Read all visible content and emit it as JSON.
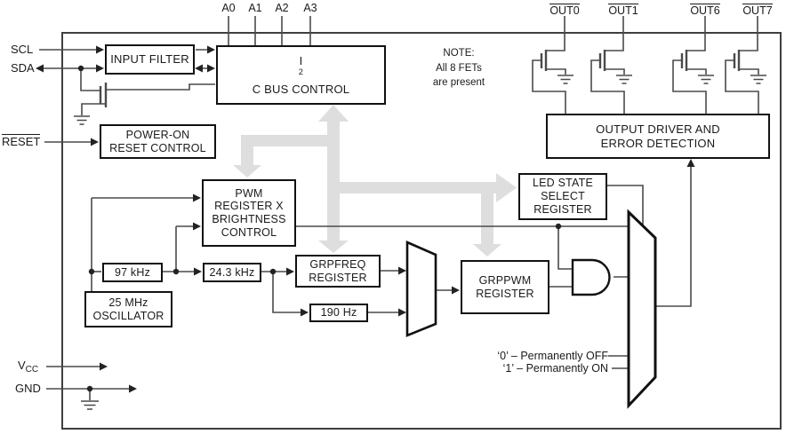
{
  "pins": {
    "scl": "SCL",
    "sda": "SDA",
    "reset": "RESET",
    "vcc_main": "V",
    "vcc_sub": "CC",
    "gnd": "GND",
    "address": [
      "A0",
      "A1",
      "A2",
      "A3"
    ],
    "outputs": [
      "OUT0",
      "OUT1",
      "OUT6",
      "OUT7"
    ]
  },
  "note": {
    "line1": "NOTE:",
    "line2": "All 8 FETs",
    "line3": "are present"
  },
  "blocks": {
    "input_filter": {
      "lines": [
        "INPUT FILTER"
      ]
    },
    "i2c_bus_control": {
      "pre": "I",
      "sup": "2",
      "post": "C BUS CONTROL"
    },
    "power_on_reset": {
      "lines": [
        "POWER-ON",
        "RESET CONTROL"
      ]
    },
    "pwm_register": {
      "lines": [
        "PWM",
        "REGISTER X",
        "BRIGHTNESS",
        "CONTROL"
      ]
    },
    "clock_97khz": {
      "lines": [
        "97 kHz"
      ]
    },
    "clock_243khz": {
      "lines": [
        "24.3 kHz"
      ]
    },
    "oscillator": {
      "lines": [
        "25 MHz",
        "OSCILLATOR"
      ]
    },
    "grpfreq": {
      "lines": [
        "GRPFREQ",
        "REGISTER"
      ]
    },
    "clock_190hz": {
      "lines": [
        "190 Hz"
      ]
    },
    "grppwm": {
      "lines": [
        "GRPPWM",
        "REGISTER"
      ]
    },
    "led_state": {
      "lines": [
        "LED STATE",
        "SELECT",
        "REGISTER"
      ]
    },
    "output_driver": {
      "lines": [
        "OUTPUT DRIVER AND",
        "ERROR DETECTION"
      ]
    }
  },
  "annotations": {
    "mux_off": "‘0’ – Permanently OFF",
    "mux_on": "‘1’ – Permanently ON"
  },
  "colors": {
    "bus_arrow": "#dedede",
    "wire": "#4a4a4a",
    "box_border": "#111111",
    "text": "#1a1a1a",
    "background": "#ffffff"
  }
}
